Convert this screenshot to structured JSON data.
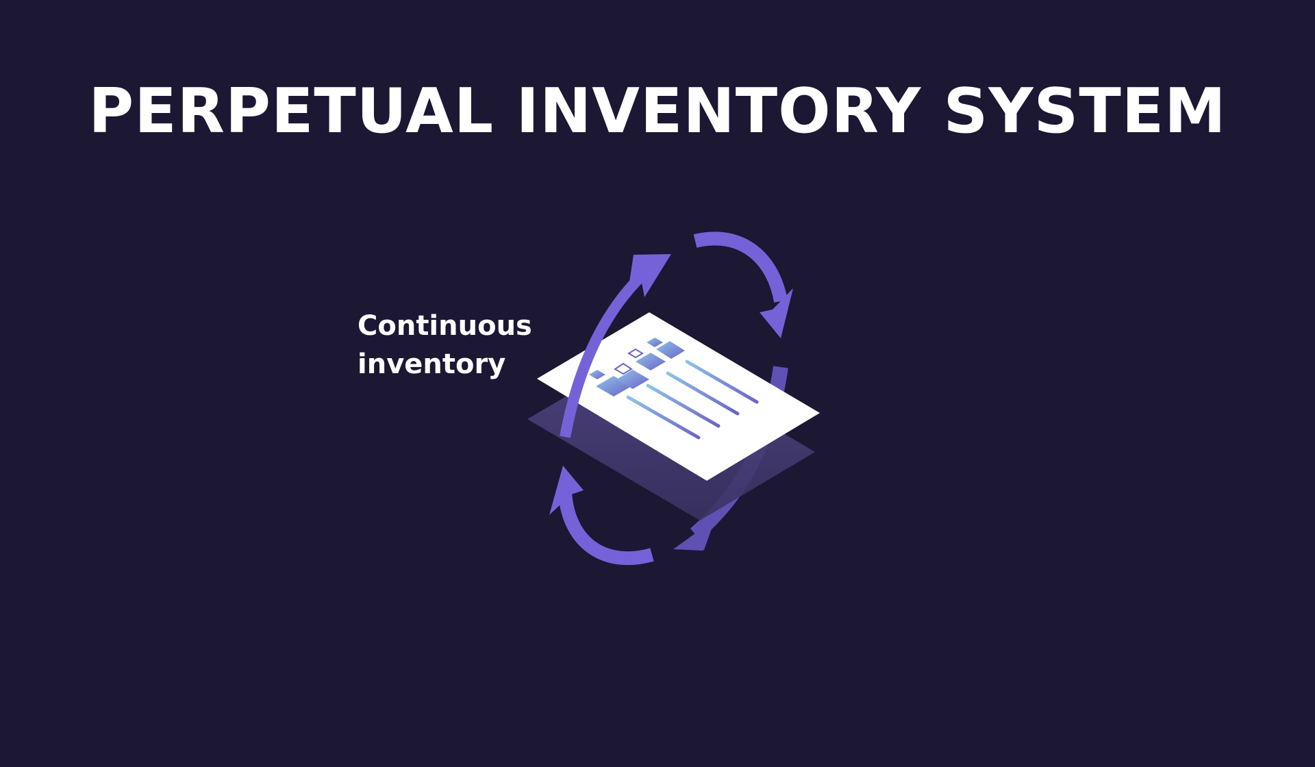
{
  "slide": {
    "title": "PERPETUAL INVENTORY SYSTEM",
    "label_line1": "Continuous",
    "label_line2": "inventory"
  },
  "colors": {
    "background": "#1c1733",
    "arrow": "#7562d8",
    "text": "#ffffff",
    "shadow": "#463d6e",
    "document": "#ffffff",
    "bar_start": "#8fc3e6",
    "bar_end": "#6a63c9"
  },
  "icons": {
    "cycle_arrows": "circular-arrows-icon",
    "document": "isometric-document-icon"
  }
}
